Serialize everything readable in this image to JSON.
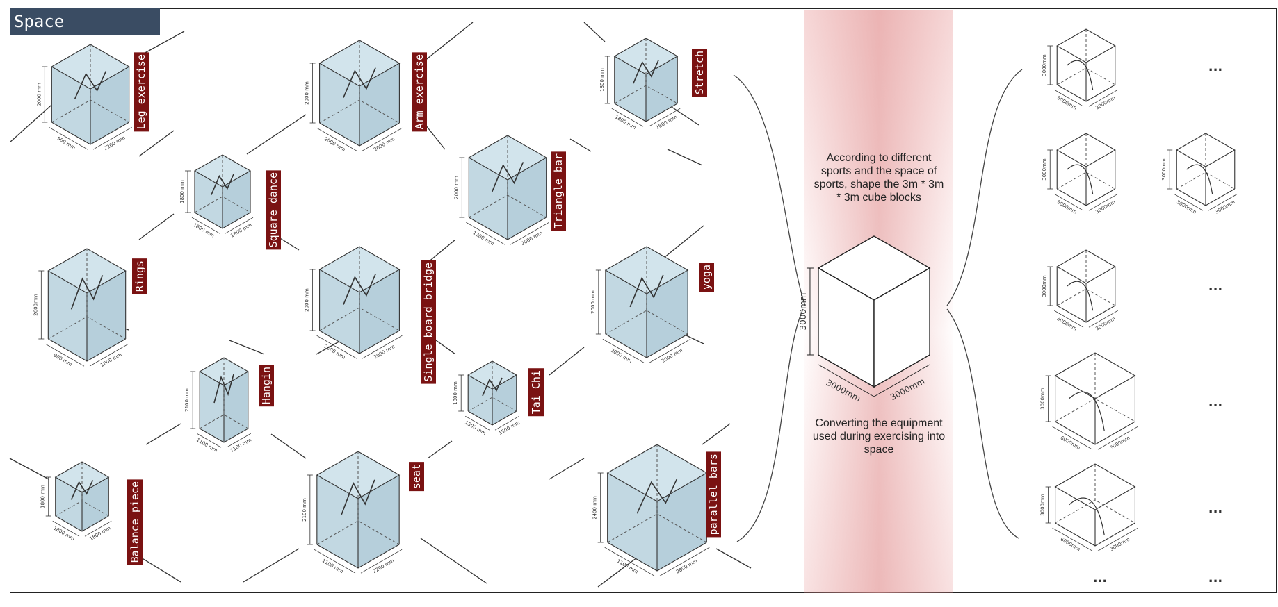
{
  "header": {
    "title": "Space Producing"
  },
  "center": {
    "text_top": "According to different sports and the space of sports, shape the 3m * 3m * 3m cube blocks",
    "text_bottom": "Converting the equipment used during exercising into space",
    "cube_height": "3000mm",
    "cube_width_left": "3000mm",
    "cube_width_right": "3000mm"
  },
  "equipment": [
    {
      "name": "Leg exercise",
      "h": "2000 mm",
      "d": "900 mm",
      "w": "2200 mm"
    },
    {
      "name": "Arm exercise",
      "h": "2000 mm",
      "d": "2000 mm",
      "w": "2000 mm"
    },
    {
      "name": "Stretch",
      "h": "1800 mm",
      "d": "1800 mm",
      "w": "1800 mm"
    },
    {
      "name": "Square dance",
      "h": "1800 mm",
      "d": "1800 mm",
      "w": "1800 mm"
    },
    {
      "name": "Triangle bar",
      "h": "2000 mm",
      "d": "1200 mm",
      "w": "2000 mm"
    },
    {
      "name": "Rings",
      "h": "2600mm",
      "d": "900 mm",
      "w": "1800 mm"
    },
    {
      "name": "Single board bridge",
      "h": "2000 mm",
      "d": "2000 mm",
      "w": "2000 mm"
    },
    {
      "name": "yoga",
      "h": "2000 mm",
      "d": "2000 mm",
      "w": "2000 mm"
    },
    {
      "name": "Hangin",
      "h": "2100 mm",
      "d": "1100 mm",
      "w": "1100 mm"
    },
    {
      "name": "Tai Chi",
      "h": "1800 mm",
      "d": "1500 mm",
      "w": "1500 mm"
    },
    {
      "name": "Balance piece",
      "h": "1800 mm",
      "d": "1800 mm",
      "w": "1800 mm"
    },
    {
      "name": "seat",
      "h": "2100 mm",
      "d": "1100 mm",
      "w": "2200 mm"
    },
    {
      "name": "parallel bars",
      "h": "2400 mm",
      "d": "1100 mm",
      "w": "2800 mm"
    }
  ],
  "blocks": [
    {
      "h": "3000mm",
      "w1": "3000mm",
      "w2": "3000mm",
      "more": "..."
    },
    {
      "h": "3000mm",
      "w1": "3000mm",
      "w2": "3000mm"
    },
    {
      "h": "3000mm",
      "w1": "3000mm",
      "w2": "3000mm"
    },
    {
      "h": "3000mm",
      "w1": "3000mm",
      "w2": "3000mm",
      "more": "..."
    },
    {
      "h": "3000mm",
      "w1": "6000mm",
      "w2": "3000mm",
      "more": "..."
    },
    {
      "h": "3000mm",
      "w1": "6000mm",
      "w2": "3000mm",
      "more": "..."
    }
  ],
  "ellipsis_bottom": [
    "...",
    "..."
  ]
}
